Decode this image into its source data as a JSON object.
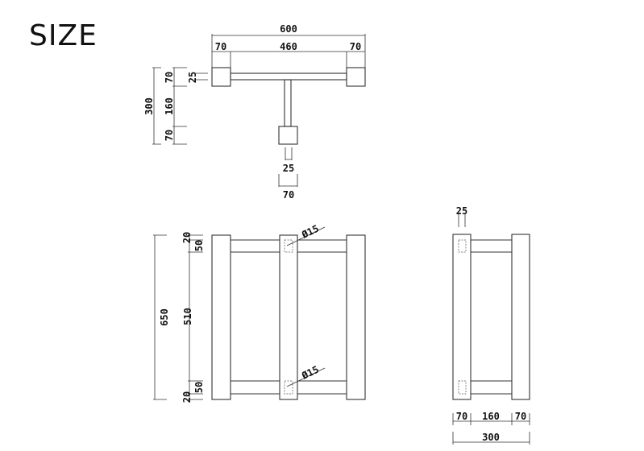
{
  "title": "SIZE",
  "top_view": {
    "overall_width": "600",
    "end_left": "70",
    "span": "460",
    "end_right": "70",
    "depth_total": "300",
    "depth_top": "70",
    "depth_mid": "160",
    "depth_bottom": "70",
    "rail_thickness": "25",
    "stem_thickness": "25",
    "foot_width": "70"
  },
  "front_view": {
    "height_total": "650",
    "top_gap": "20",
    "top_rail": "50",
    "mid": "510",
    "bottom_rail": "50",
    "bottom_gap": "20",
    "hole_top": "Ø15",
    "hole_bottom": "Ø15"
  },
  "side_view": {
    "rail_thickness": "25",
    "left": "70",
    "mid": "160",
    "right": "70",
    "total": "300"
  }
}
